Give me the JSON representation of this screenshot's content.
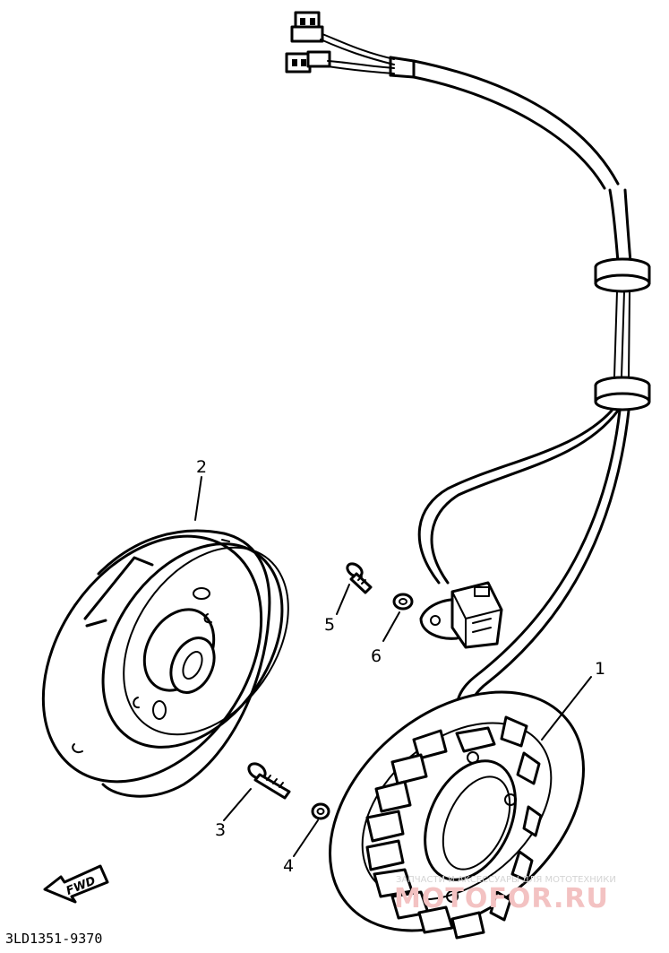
{
  "callouts": [
    {
      "num": "1",
      "part": "stator"
    },
    {
      "num": "2",
      "part": "rotor"
    },
    {
      "num": "3",
      "part": "bolt"
    },
    {
      "num": "4",
      "part": "washer"
    },
    {
      "num": "5",
      "part": "screw"
    },
    {
      "num": "6",
      "part": "washer"
    }
  ],
  "fwd_label": "FWD",
  "diagram_code": "3LD1351-9370",
  "watermark": {
    "tagline": "ЗАПЧАСТИ И АКСЕССУАРЫ ДЛЯ МОТОТЕХНИКИ",
    "site": "MOTOFOR.RU"
  }
}
